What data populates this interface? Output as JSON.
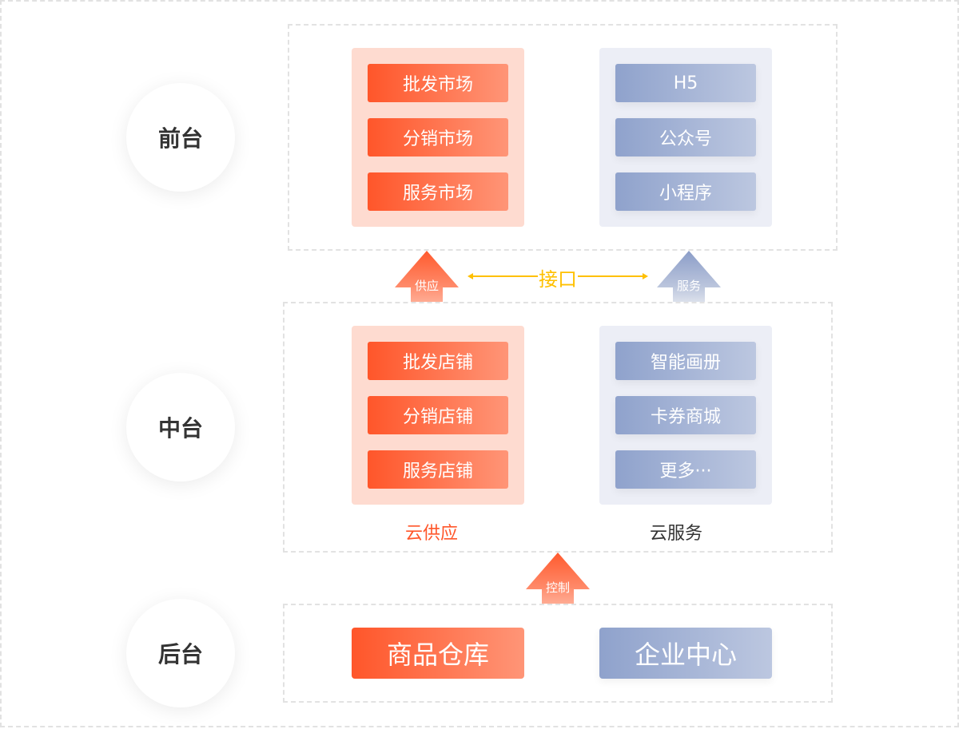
{
  "tiers": {
    "front": "前台",
    "middle": "中台",
    "back": "后台"
  },
  "front": {
    "supply_items": [
      "批发市场",
      "分销市场",
      "服务市场"
    ],
    "service_items": [
      "H5",
      "公众号",
      "小程序"
    ]
  },
  "middle": {
    "supply_items": [
      "批发店铺",
      "分销店铺",
      "服务店铺"
    ],
    "service_items": [
      "智能画册",
      "卡券商城",
      "更多···"
    ],
    "supply_caption": "云供应",
    "service_caption": "云服务"
  },
  "back": {
    "items": [
      "商品仓库",
      "企业中心"
    ]
  },
  "arrows": {
    "supply": "供应",
    "service": "服务",
    "control": "控制",
    "interface": "接口"
  },
  "colors": {
    "orange": "#ff562a",
    "blue": "#8fa2cc",
    "interface": "#ffc000"
  }
}
